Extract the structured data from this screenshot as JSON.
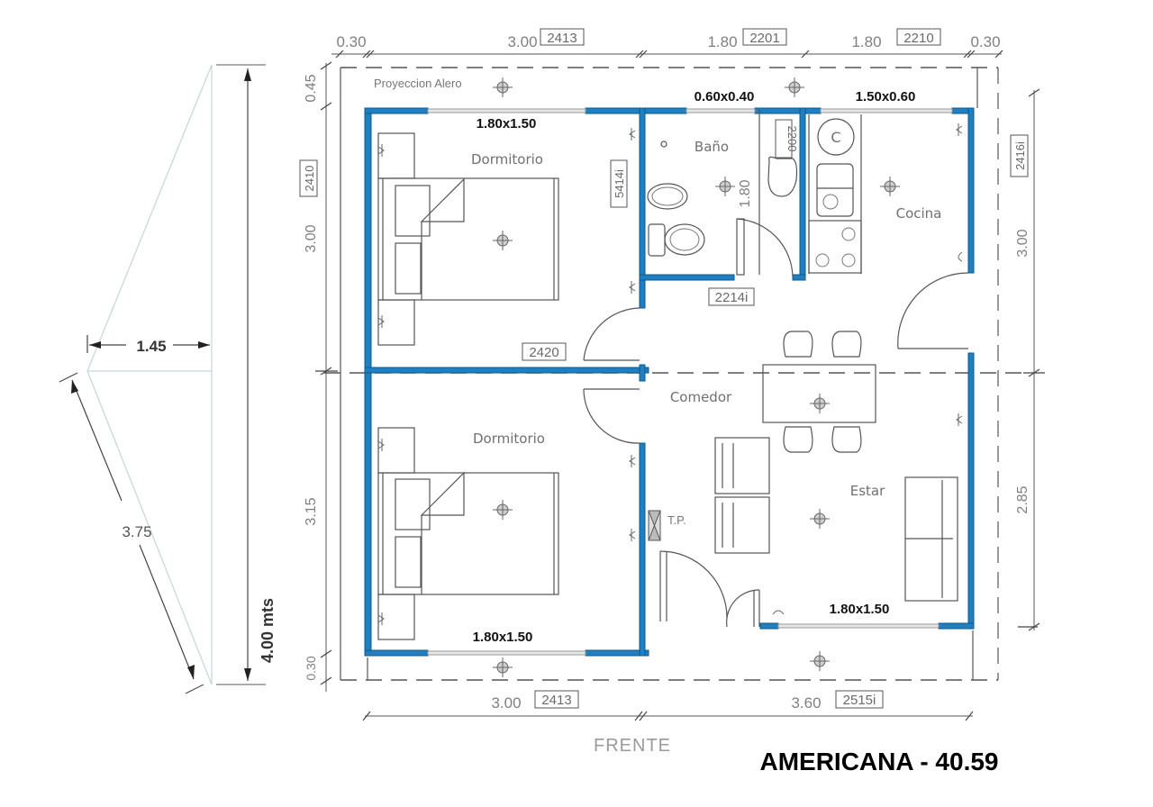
{
  "title": "AMERICANA -  40.59",
  "front_label": "FRENTE",
  "eave_label": "Proyeccion Alero",
  "accent_colors": {
    "walls": "#1f7fc0",
    "lines": "#555555",
    "text": "#707070"
  },
  "top_dimensions": [
    {
      "value": "0.30",
      "code": ""
    },
    {
      "value": "3.00",
      "code": "2413"
    },
    {
      "value": "1.80",
      "code": "2201"
    },
    {
      "value": "1.80",
      "code": "2210"
    },
    {
      "value": "0.30",
      "code": ""
    }
  ],
  "bottom_dimensions": [
    {
      "value": "3.00",
      "code": "2413"
    },
    {
      "value": "3.60",
      "code": "2515i"
    }
  ],
  "left_dimensions": [
    {
      "value": "0.45",
      "code": ""
    },
    {
      "value": "3.00",
      "code": "2410"
    },
    {
      "value": "3.15",
      "code": ""
    },
    {
      "value": "0.30",
      "code": ""
    }
  ],
  "right_dimensions": [
    {
      "value": "3.00",
      "code": "2416i"
    },
    {
      "value": "2.85",
      "code": ""
    }
  ],
  "roof_section": {
    "half_span": "1.45",
    "slope_length": "3.75",
    "total_width": "4.00 mts"
  },
  "rooms": [
    {
      "name": "Dormitorio",
      "window": "1.80x1.50"
    },
    {
      "name": "Dormitorio",
      "window": "1.80x1.50"
    },
    {
      "name": "Baño",
      "window": "0.60x0.40"
    },
    {
      "name": "Cocina",
      "window": "1.50x0.60"
    },
    {
      "name": "Comedor",
      "window": ""
    },
    {
      "name": "Estar",
      "window": "1.80x1.50"
    }
  ],
  "door_codes": {
    "dorm1_wall": "5414i",
    "dorm1_door": "2420",
    "bath_door": "2214i",
    "bath_inner": "2200",
    "bath_length": "1.80"
  },
  "panel_label": "T.P.",
  "stove_label": "C"
}
